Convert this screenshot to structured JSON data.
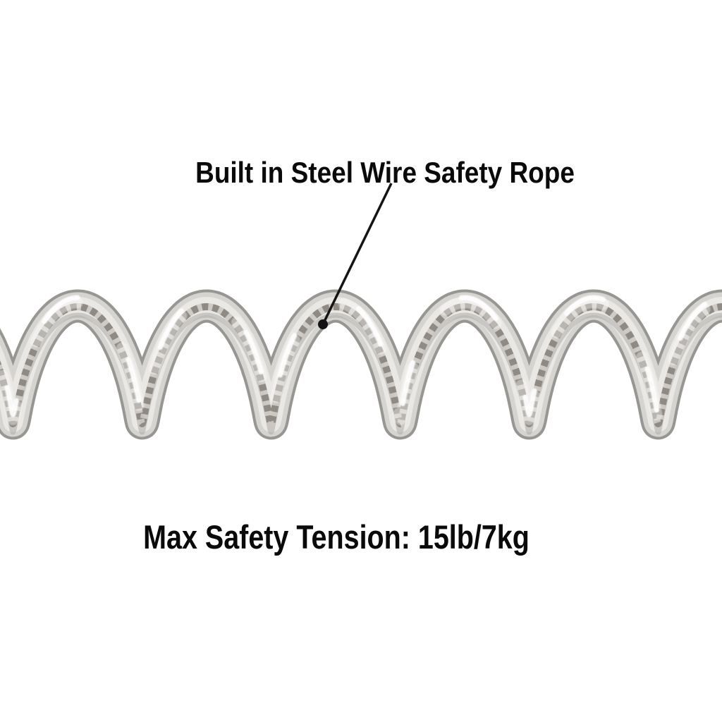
{
  "image": {
    "subject": "Clear coiled tether cord with a braided steel wire visible inside, annotated product photo",
    "background_color": "#ffffff",
    "text_color": "#0a0a0a",
    "annotation_top": "Built in Steel Wire Safety Rope",
    "annotation_bottom": "Max Safety Tension: 15lb/7kg",
    "leader_color": "#141414",
    "coil_colors": {
      "tube_edge": "#8f8d89",
      "tube_body": "#d9d6d2",
      "tube_inner": "#eceae7",
      "tube_shade": "#a8a5a1",
      "wire_dark": "#8f8a83",
      "wire_light": "#cbc7c2",
      "highlight": "#ffffff"
    }
  }
}
